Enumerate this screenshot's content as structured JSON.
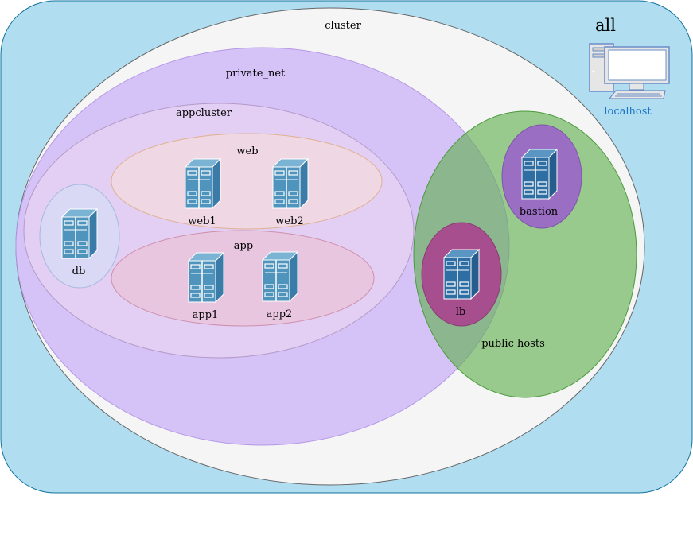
{
  "groups": {
    "all": "all",
    "cluster": "cluster",
    "private_net": "private_net",
    "appcluster": "appcluster",
    "web": "web",
    "app": "app",
    "public_hosts": "public hosts"
  },
  "hosts": {
    "localhost": "localhost",
    "web1": "web1",
    "web2": "web2",
    "app1": "app1",
    "app2": "app2",
    "db": "db",
    "lb": "lb",
    "bastion": "bastion"
  },
  "colors": {
    "all_fill": "#b1ddf0",
    "all_stroke": "#10739e",
    "cluster_fill": "#f5f5f5",
    "private_net_fill": "#d5c2f7",
    "public_hosts_fill": "#7dbf6e",
    "web_fill": "#f1dada",
    "app_fill": "#f1c6d8",
    "db_fill": "#dad9f5",
    "lb_fill": "#b04e8a",
    "bastion_fill": "#9b69c4",
    "server_light": "#4f94bd",
    "server_dark": "#2f6ea3",
    "localhost_label": "#1a73c8"
  },
  "icons": {
    "server": "server-icon",
    "computer": "desktop-computer-icon"
  }
}
